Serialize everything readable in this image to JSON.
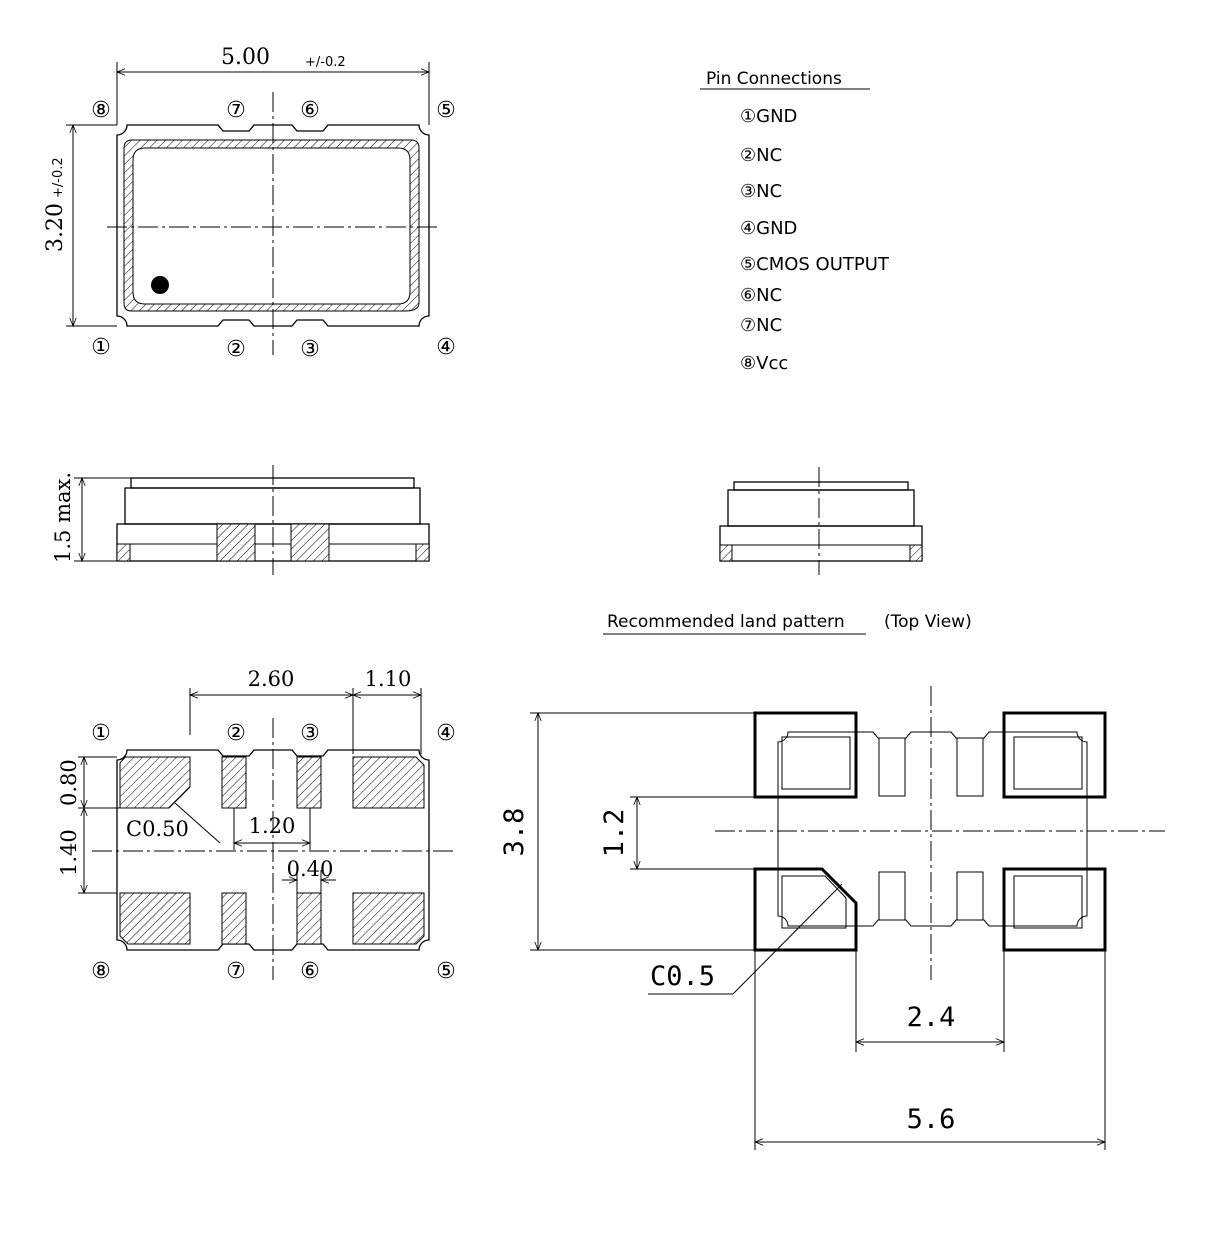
{
  "top_view": {
    "width_dim": "5.00",
    "width_tol": "+/-0.2",
    "height_dim": "3.20",
    "height_tol": "+/-0.2",
    "pins_top": [
      "⑧",
      "⑦",
      "⑥",
      "⑤"
    ],
    "pins_bottom": [
      "①",
      "②",
      "③",
      "④"
    ]
  },
  "pin_connections": {
    "title": "Pin Connections",
    "items": [
      "①GND",
      "②NC",
      "③NC",
      "④GND",
      "⑤CMOS OUTPUT",
      "⑥NC",
      "⑦NC",
      "⑧Vcc"
    ]
  },
  "side_view": {
    "height_dim": "1.5 max."
  },
  "bottom_view": {
    "dim_pitch": "2.60",
    "dim_edge": "1.10",
    "dim_pad_h": "0.80",
    "dim_gap": "1.40",
    "dim_chamfer": "C0.50",
    "dim_inner": "1.20",
    "dim_small_pad": "0.40",
    "pins_top": [
      "①",
      "②",
      "③",
      "④"
    ],
    "pins_bottom": [
      "⑧",
      "⑦",
      "⑥",
      "⑤"
    ]
  },
  "land_pattern": {
    "title": "Recommended land pattern",
    "subtitle": "(Top View)",
    "dim_height": "3.8",
    "dim_gap": "1.2",
    "dim_chamfer": "C0.5",
    "dim_inner": "2.4",
    "dim_width": "5.6"
  }
}
